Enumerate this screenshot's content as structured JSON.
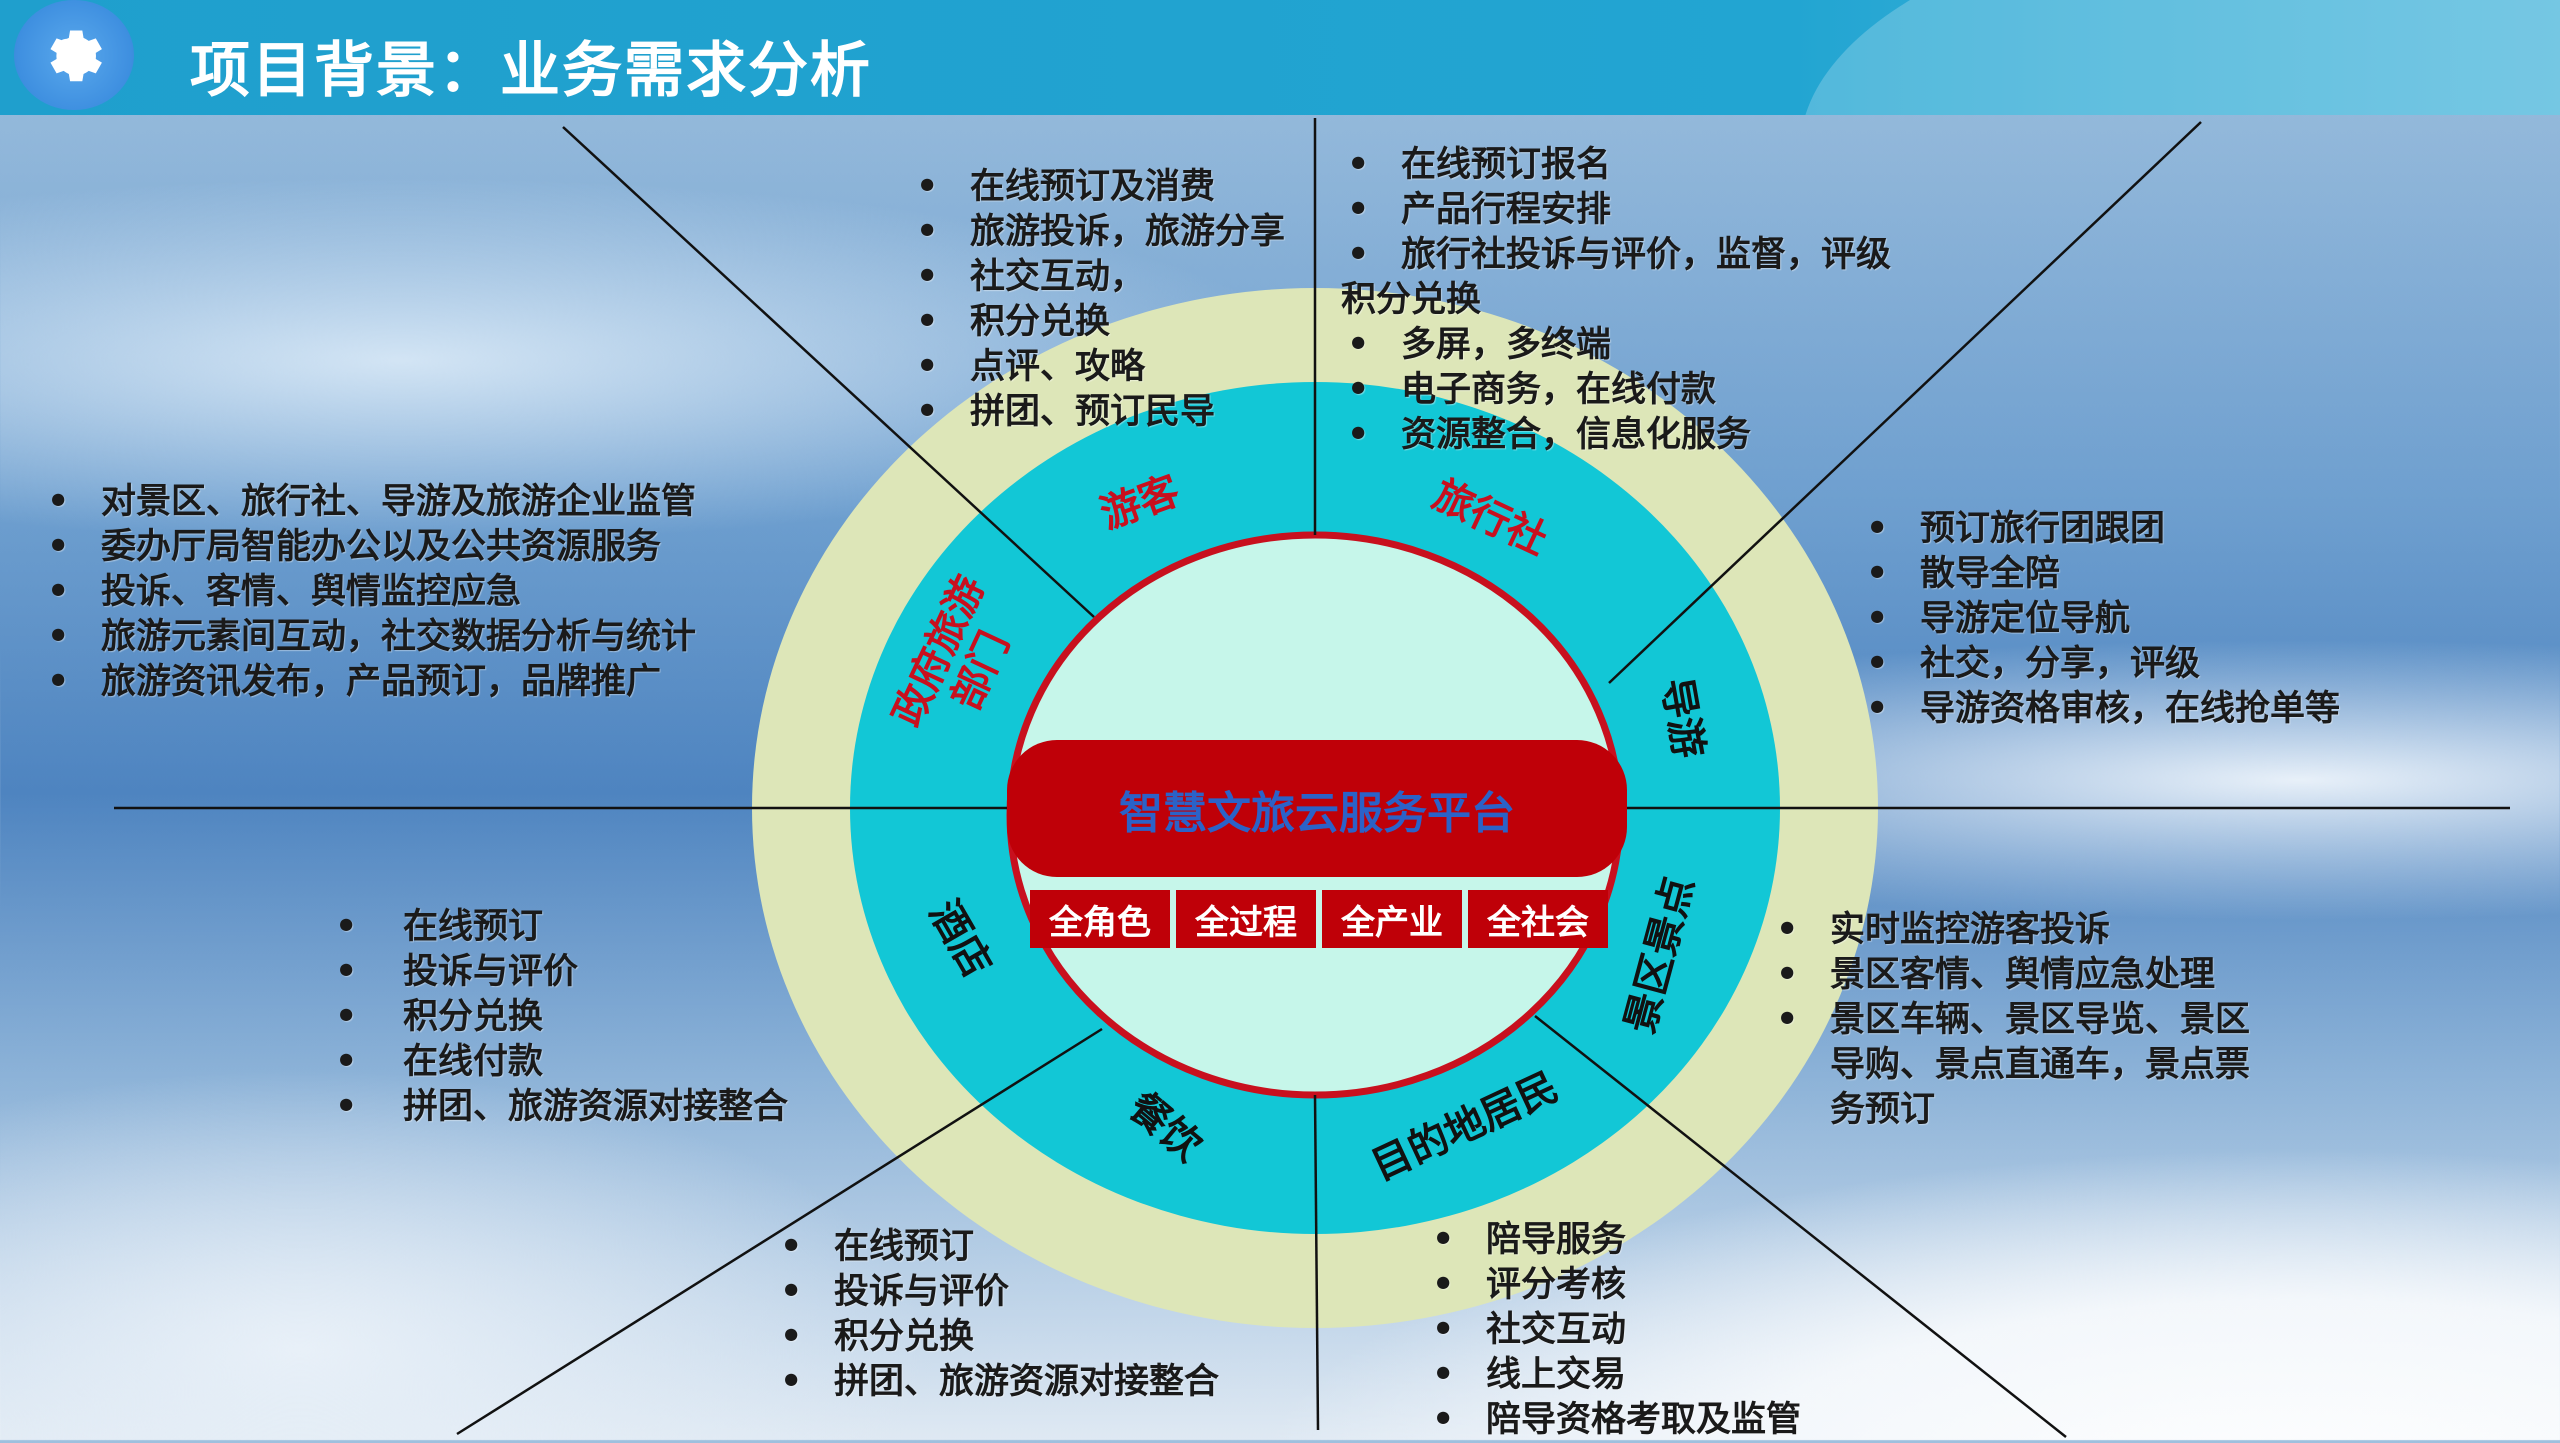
{
  "header": {
    "title": "项目背景：业务需求分析",
    "icon": "gear-icon"
  },
  "platform": {
    "name": "智慧文旅云服务平台",
    "tags": [
      "全角色",
      "全过程",
      "全产业",
      "全社会"
    ]
  },
  "segments": {
    "tourist": "游客",
    "agency": "旅行社",
    "guide": "导游",
    "scenic": "景区景点",
    "residents": "目的地居民",
    "catering": "餐饮",
    "hotel": "酒店",
    "government_l1": "政府旅游",
    "government_l2": "部门"
  },
  "lists": {
    "tourist": [
      "在线预订及消费",
      "旅游投诉，旅游分享",
      "社交互动，",
      "积分兑换",
      "点评、攻略",
      "拼团、预订民导"
    ],
    "agency": [
      "在线预订报名",
      "产品行程安排",
      "旅行社投诉与评价，监督，评级",
      "积分兑换",
      "多屏，多终端",
      "电子商务，在线付款",
      "资源整合，信息化服务"
    ],
    "guide": [
      "预订旅行团跟团",
      "散导全陪",
      "导游定位导航",
      "社交，分享，评级",
      "导游资格审核，在线抢单等"
    ],
    "government": [
      "对景区、旅行社、导游及旅游企业监管",
      "委办厅局智能办公以及公共资源服务",
      "投诉、客情、舆情监控应急",
      "旅游元素间互动，社交数据分析与统计",
      "旅游资讯发布，产品预订，品牌推广"
    ],
    "hotel": [
      "在线预订",
      "投诉与评价",
      "积分兑换",
      "在线付款",
      "拼团、旅游资源对接整合"
    ],
    "scenic": [
      "实时监控游客投诉",
      "景区客情、舆情应急处理",
      "景区车辆、景区导览、景区",
      "导购、景点直通车，景点票",
      "务预订"
    ],
    "catering": [
      "在线预订",
      "投诉与评价",
      "积分兑换",
      "拼团、旅游资源对接整合"
    ],
    "residents": [
      "陪导服务",
      "评分考核",
      "社交互动",
      "线上交易",
      "陪导资格考取及监管"
    ]
  },
  "colors": {
    "header": "#22a5d2",
    "outer_ring": "#dde6b8",
    "mid_ring": "#12c7d6",
    "inner": "#c6f6ea",
    "red": "#bf0008",
    "platform_text": "#2b62c8"
  }
}
